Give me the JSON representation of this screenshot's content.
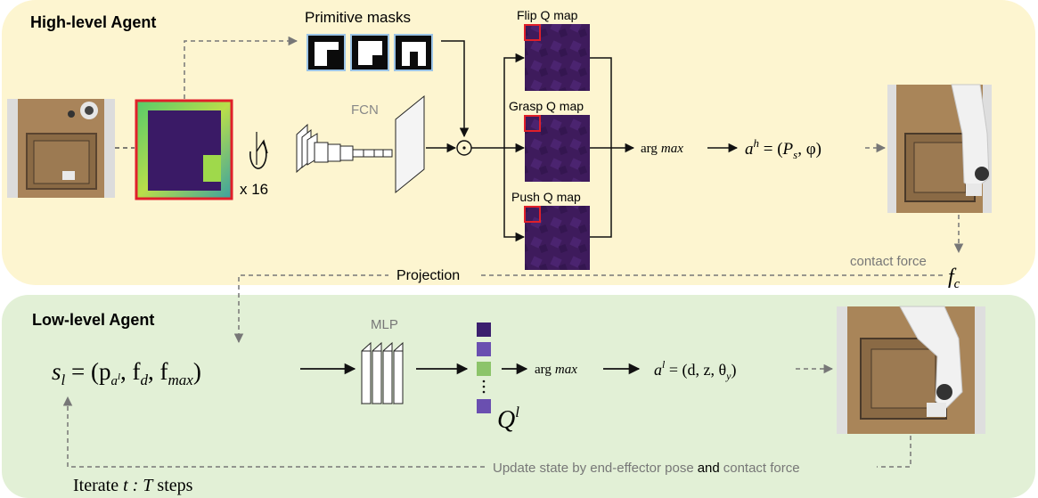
{
  "high": {
    "title": "High-level Agent",
    "primitive_masks_label": "Primitive masks",
    "fcn_label": "FCN",
    "rotation_label": "x 16",
    "maps": [
      {
        "label": "Flip Q map"
      },
      {
        "label": "Grasp Q map"
      },
      {
        "label": "Push Q map"
      }
    ],
    "argmax": {
      "arg": "arg",
      "max": "max"
    },
    "action": {
      "a": "a",
      "sup": "h",
      "eq": " = (",
      "P": "P",
      "Psub": "s",
      "phi": ", φ)"
    },
    "contact_force_label": "contact force",
    "fc": {
      "f": "f",
      "sub": "c"
    },
    "projection_label": "Projection"
  },
  "low": {
    "title": "Low-level Agent",
    "mlp_label": "MLP",
    "state": {
      "s": "s",
      "ssub": "l",
      "open": " = (p",
      "psub": "a",
      "psup": "l",
      "mid1": ", f",
      "fsub1": "d",
      "mid2": ", f",
      "fsub2": "max",
      "close": ")"
    },
    "argmax": {
      "arg": "arg",
      "max": "max"
    },
    "action": {
      "a": "a",
      "sup": "l",
      "rest": " = (d, z, θ",
      "sub": "y",
      "close": ")"
    },
    "q": {
      "Q": "Q",
      "sup": "l"
    },
    "update_text_1": "Update state by end-effector pose",
    "update_text_and": "and",
    "update_text_2": "contact force",
    "iterate": {
      "pre": "Iterate ",
      "t": "t : T",
      "post": "  steps"
    }
  },
  "colors": {
    "high_bg": "#fdf5d0",
    "low_bg": "#e2f0d6",
    "qmap": "#3e1b5c",
    "highlight": "#e0202a",
    "q_dark": "#3b1f6e",
    "q_mid": "#6a4fb0",
    "q_green": "#8cc46a",
    "arrow": "#111111",
    "dashed": "#777777"
  }
}
